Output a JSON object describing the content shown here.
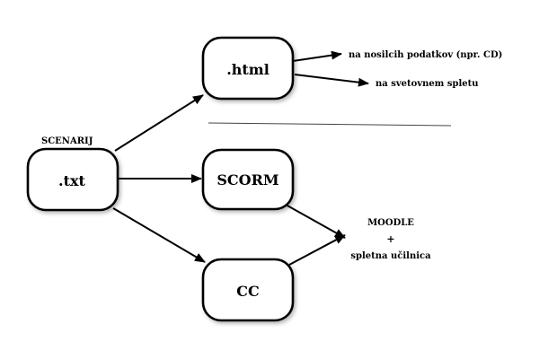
{
  "diagram": {
    "header_label": "SCENARIJ",
    "nodes": {
      "txt": ".txt",
      "html": ".html",
      "scorm": "SCORM",
      "cc": "CC"
    },
    "outputs": {
      "storage_media": "na nosilcih podatkov (npr. CD)",
      "web": "na svetovnem spletu",
      "moodle": "MOODLE",
      "plus": "+",
      "classroom": "spletna učilnica"
    },
    "colors": {
      "stroke": "#000000",
      "divider": "#444444",
      "background": "#ffffff"
    }
  }
}
